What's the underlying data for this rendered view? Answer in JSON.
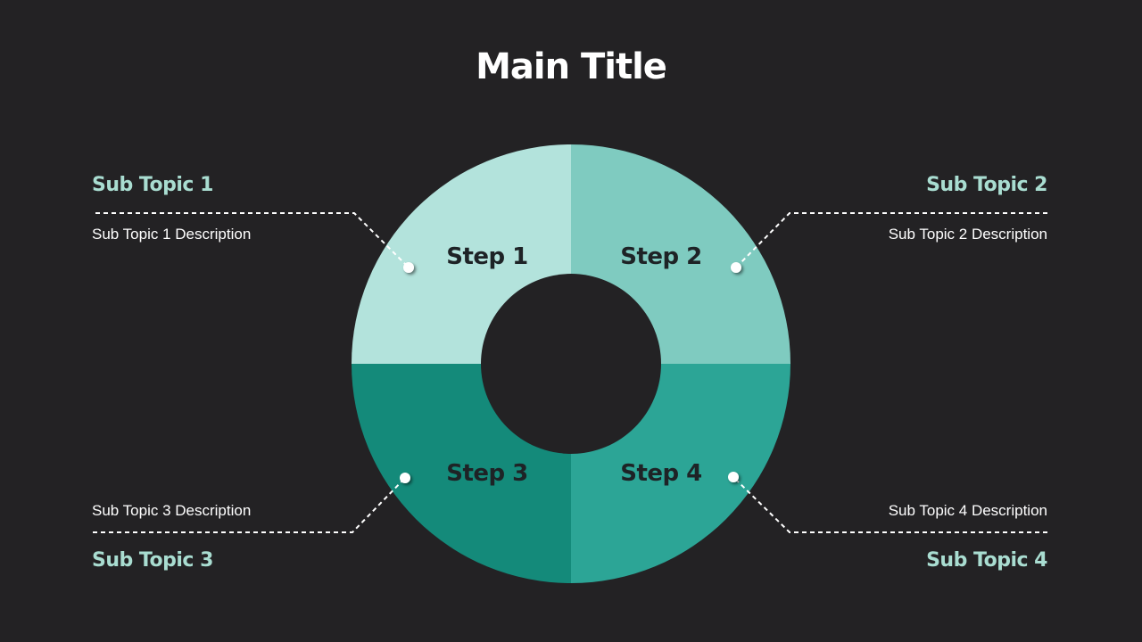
{
  "title": "Main Title",
  "colors": {
    "background": "#232224",
    "step1": "#b3e3dc",
    "step2": "#7fcbc0",
    "step3": "#148a7a",
    "step4": "#2ca596",
    "topic_title": "#a9ddd1",
    "step_text": "#1e2326",
    "connector": "#ffffff"
  },
  "steps": [
    {
      "label": "Step 1"
    },
    {
      "label": "Step 2"
    },
    {
      "label": "Step 3"
    },
    {
      "label": "Step 4"
    }
  ],
  "topics": [
    {
      "title": "Sub Topic 1",
      "description": "Sub Topic 1 Description"
    },
    {
      "title": "Sub Topic 2",
      "description": "Sub Topic 2 Description"
    },
    {
      "title": "Sub Topic 3",
      "description": "Sub Topic 3 Description"
    },
    {
      "title": "Sub Topic 4",
      "description": "Sub Topic 4 Description"
    }
  ]
}
